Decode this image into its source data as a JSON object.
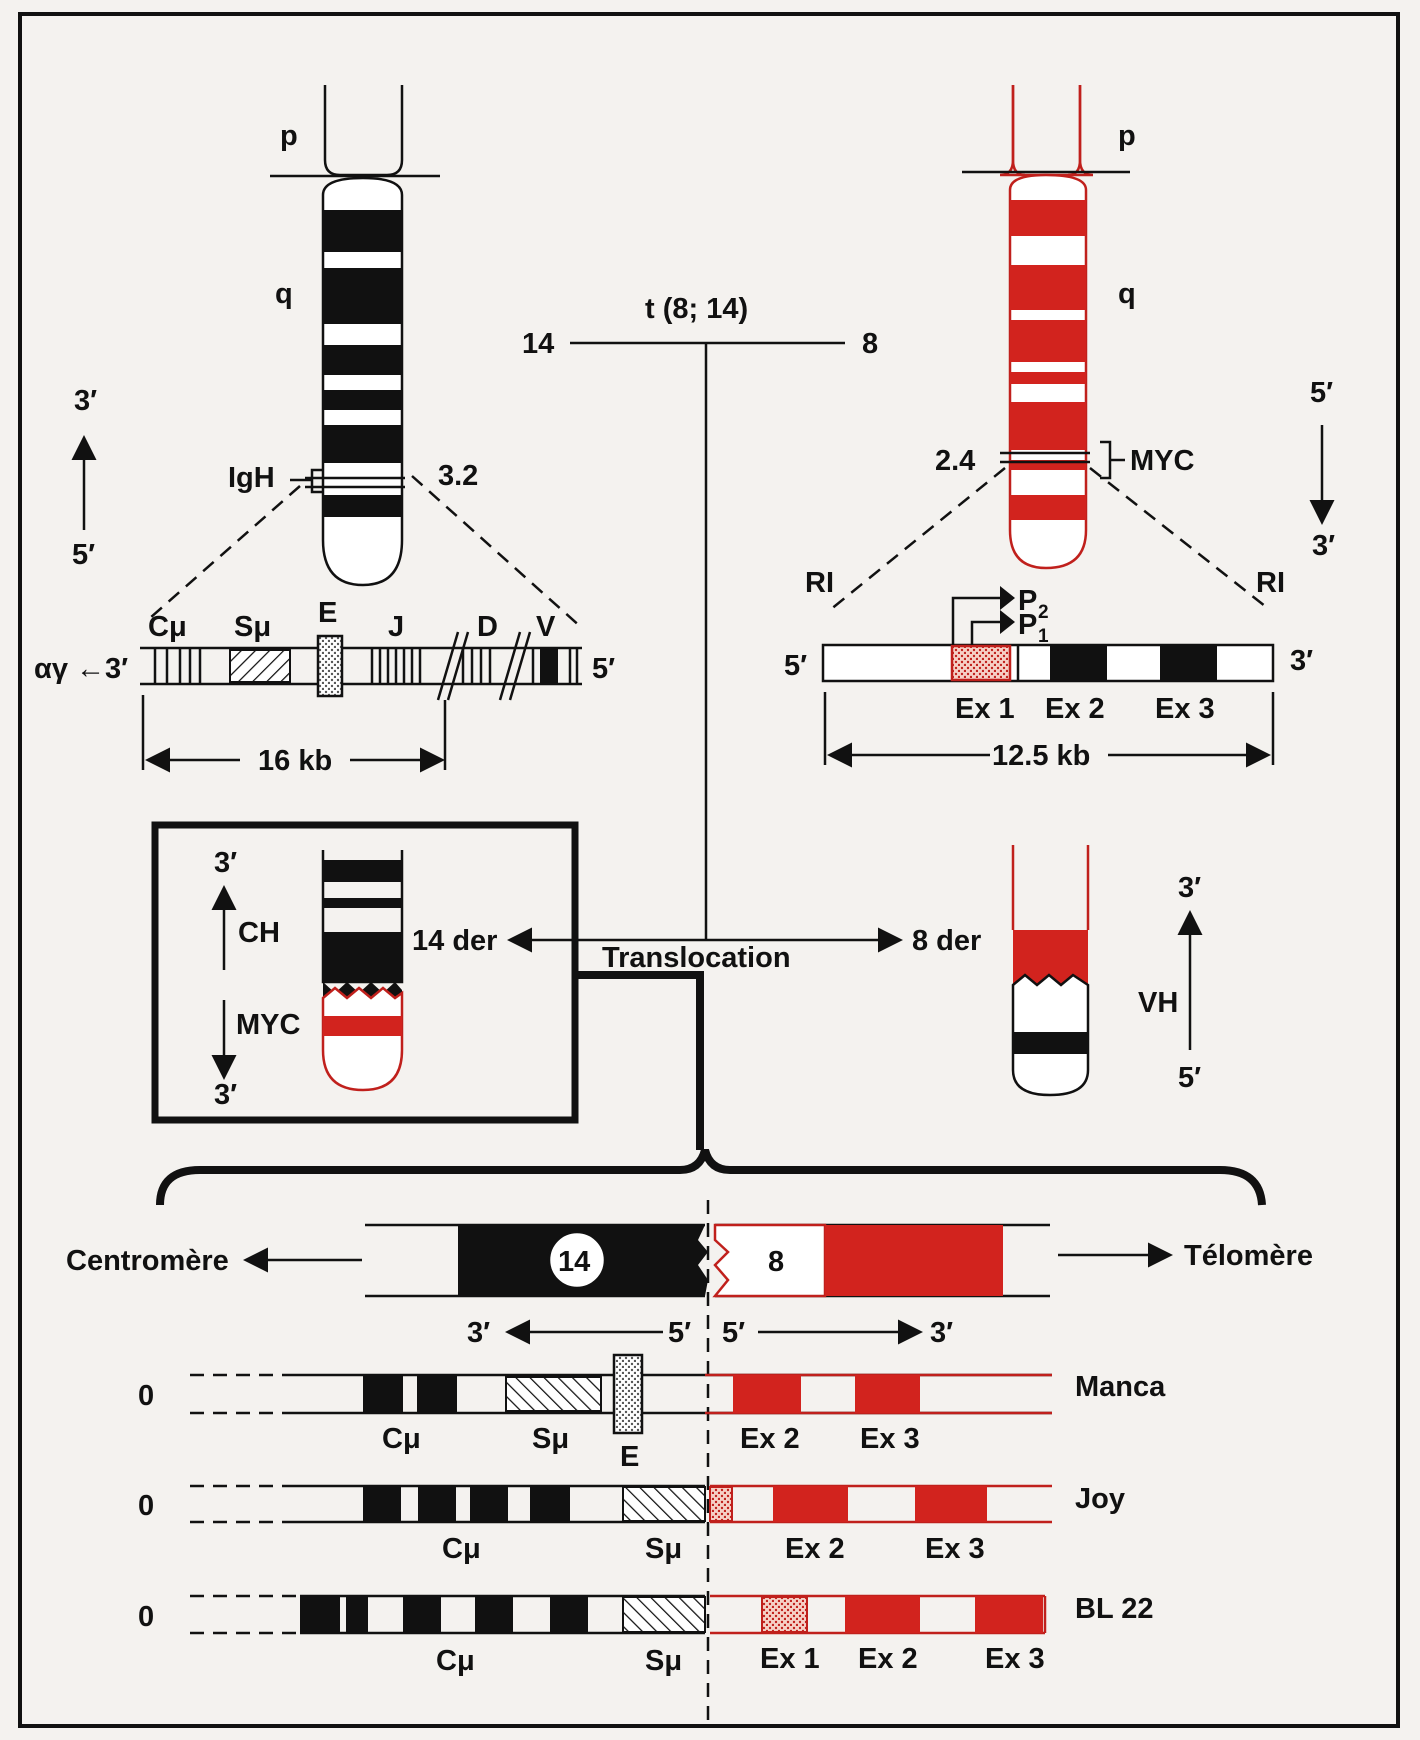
{
  "chr14": {
    "p_label": "p",
    "q_label": "q",
    "band_label": "IgH",
    "band_coord": "3.2",
    "orient_top": "3′",
    "orient_bottom": "5′"
  },
  "chr8": {
    "p_label": "p",
    "q_label": "q",
    "band_label": "MYC",
    "band_coord": "2.4",
    "orient_top": "5′",
    "orient_bottom": "3′"
  },
  "translocation": {
    "title": "t (8; 14)",
    "left": "14",
    "right": "8",
    "label": "Translocation",
    "der14": "14 der",
    "der8": "8 der"
  },
  "igh_map": {
    "segments": [
      "Cμ",
      "Sμ",
      "E",
      "J",
      "D",
      "V"
    ],
    "left_end": "αγ ←3′",
    "right_end": "5′",
    "size": "16 kb"
  },
  "myc_map": {
    "rI_left": "RI",
    "rI_right": "RI",
    "promoter2": "P",
    "promoter2_sub": "2",
    "promoter1": "P",
    "promoter1_sub": "1",
    "left_end": "5′",
    "right_end": "3′",
    "exons": [
      "Ex 1",
      "Ex 2",
      "Ex 3"
    ],
    "size": "12.5 kb"
  },
  "der14_box": {
    "top": "3′",
    "ch": "CH",
    "myc": "MYC",
    "bottom": "3′"
  },
  "der8_side": {
    "top": "3′",
    "vh": "VH",
    "bottom": "5′"
  },
  "junction": {
    "left_num": "14",
    "right_num": "8",
    "centromere": "Centromère",
    "telomere": "Télomère",
    "left_orient_a": "3′",
    "left_orient_b": "5′",
    "right_orient_a": "5′",
    "right_orient_b": "3′"
  },
  "lines": [
    {
      "name": "Manca",
      "zero": "0",
      "labels": [
        "Cμ",
        "Sμ",
        "E",
        "Ex 2",
        "Ex 3"
      ]
    },
    {
      "name": "Joy",
      "zero": "0",
      "labels": [
        "Cμ",
        "Sμ",
        "Ex 2",
        "Ex 3"
      ]
    },
    {
      "name": "BL 22",
      "zero": "0",
      "labels": [
        "Cμ",
        "Sμ",
        "Ex 1",
        "Ex 2",
        "Ex 3"
      ]
    }
  ],
  "colors": {
    "red": "#d2231e",
    "black": "#111111",
    "paper": "#f4f2ef"
  }
}
